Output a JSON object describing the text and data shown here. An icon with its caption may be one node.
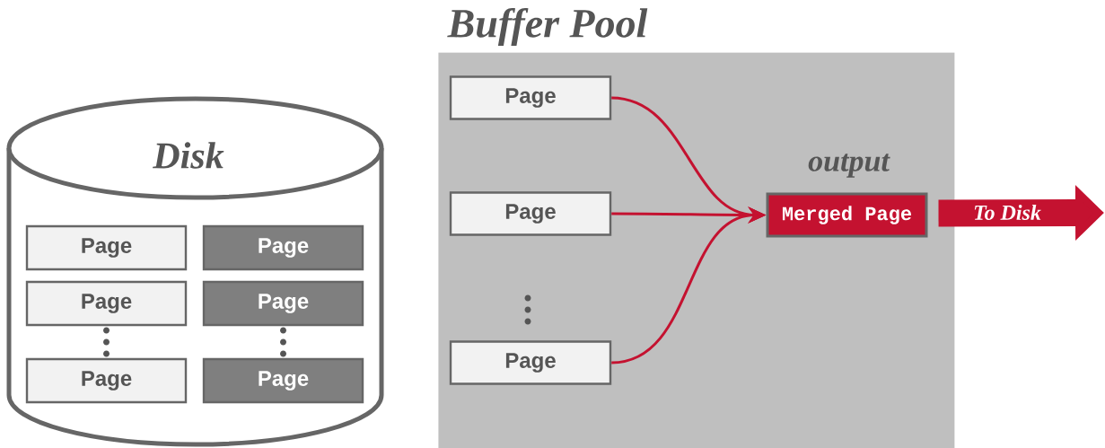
{
  "diagram": {
    "nodes": [
      {
        "text": [
          "Disk"
        ]
      },
      {
        "text": [
          "Page"
        ],
        "in": 0
      },
      {
        "text": [
          "Page"
        ],
        "in": 0
      },
      {
        "text": [
          "Page"
        ],
        "in": 0
      },
      {
        "text": [
          "Page"
        ],
        "in": 0
      },
      {
        "text": [
          "Page"
        ],
        "in": 0
      },
      {
        "text": [
          "Page"
        ],
        "in": 0
      },
      {
        "text": [
          "Buffer Pool"
        ]
      },
      {
        "text": [
          "Page"
        ],
        "in": 7
      },
      {
        "text": [
          "Page"
        ],
        "in": 7
      },
      {
        "text": [
          "Page"
        ],
        "in": 7
      },
      {
        "text": [
          "Merged Page"
        ],
        "beside": [
          "output"
        ],
        "in": 7
      }
    ],
    "edges": [
      {
        "from": 8,
        "to": 11,
        "arrow": "to"
      },
      {
        "from": 9,
        "to": 11,
        "arrow": "to"
      },
      {
        "from": 10,
        "to": 11,
        "arrow": "to"
      },
      {
        "from": 11,
        "to": null,
        "arrow": "to",
        "label": "To Disk",
        "style": "thick"
      }
    ]
  }
}
